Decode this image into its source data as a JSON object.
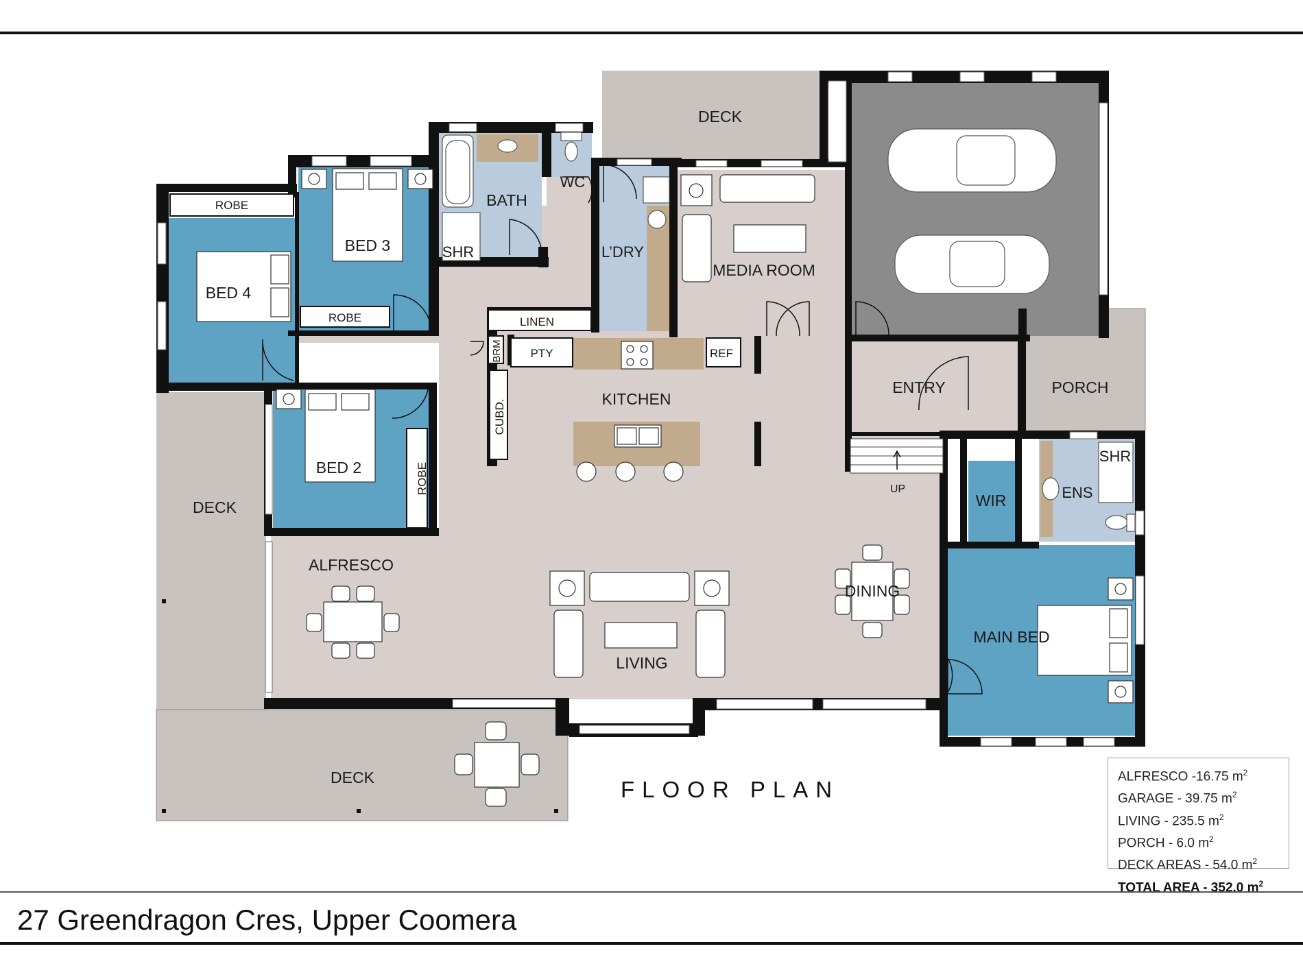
{
  "address": "27 Greendragon Cres, Upper Coomera",
  "plan_title": "FLOOR PLAN",
  "colors": {
    "floor": "#d8cfcd",
    "bedroom": "#5ea3c4",
    "wet_area": "#b9cbdc",
    "deck": "#c9c3bf",
    "garage": "#8b8b8b",
    "bench": "#c2ab8c",
    "wall": "#111111"
  },
  "rooms": {
    "deck_top": "DECK",
    "bed3": "BED 3",
    "bath": "BATH",
    "wc": "WC",
    "shr_bath": "SHR",
    "laundry": "L’DRY",
    "media": "MEDIA ROOM",
    "robe_bed4": "ROBE",
    "bed4": "BED 4",
    "robe_bed3": "ROBE",
    "linen": "LINEN",
    "brm": "BRM",
    "pty": "PTY",
    "ref": "REF",
    "kitchen": "KITCHEN",
    "cubd": "CUBD.",
    "entry": "ENTRY",
    "porch": "PORCH",
    "bed2": "BED 2",
    "robe_bed2": "ROBE",
    "deck_left": "DECK",
    "shr_ens": "SHR",
    "ens": "ENS",
    "wir": "WIR",
    "up": "UP",
    "alfresco": "ALFRESCO",
    "dining": "DINING",
    "living": "LIVING",
    "main_bed": "MAIN BED",
    "deck_bottom": "DECK"
  },
  "areas": [
    {
      "label": "ALFRESCO -16.75 m",
      "unit_sup": "2",
      "bold": false
    },
    {
      "label": "GARAGE - 39.75 m",
      "unit_sup": "2",
      "bold": false
    },
    {
      "label": "LIVING - 235.5 m",
      "unit_sup": "2",
      "bold": false
    },
    {
      "label": "PORCH - 6.0 m",
      "unit_sup": "2",
      "bold": false
    },
    {
      "label": "DECK AREAS - 54.0 m",
      "unit_sup": "2",
      "bold": false
    },
    {
      "label": "TOTAL AREA - 352.0 m",
      "unit_sup": "2",
      "bold": true
    }
  ]
}
